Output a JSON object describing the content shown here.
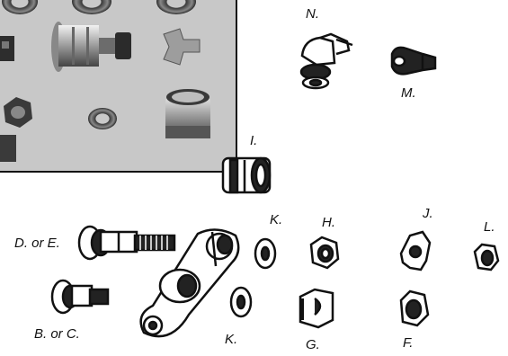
{
  "labels": {
    "n": "N.",
    "m": "M.",
    "i": "I.",
    "k_top": "K.",
    "h": "H.",
    "j": "J.",
    "l": "L.",
    "d_or_e": "D. or E.",
    "b_or_c": "B. or C.",
    "k_bottom": "K.",
    "g": "G.",
    "f": "F."
  }
}
